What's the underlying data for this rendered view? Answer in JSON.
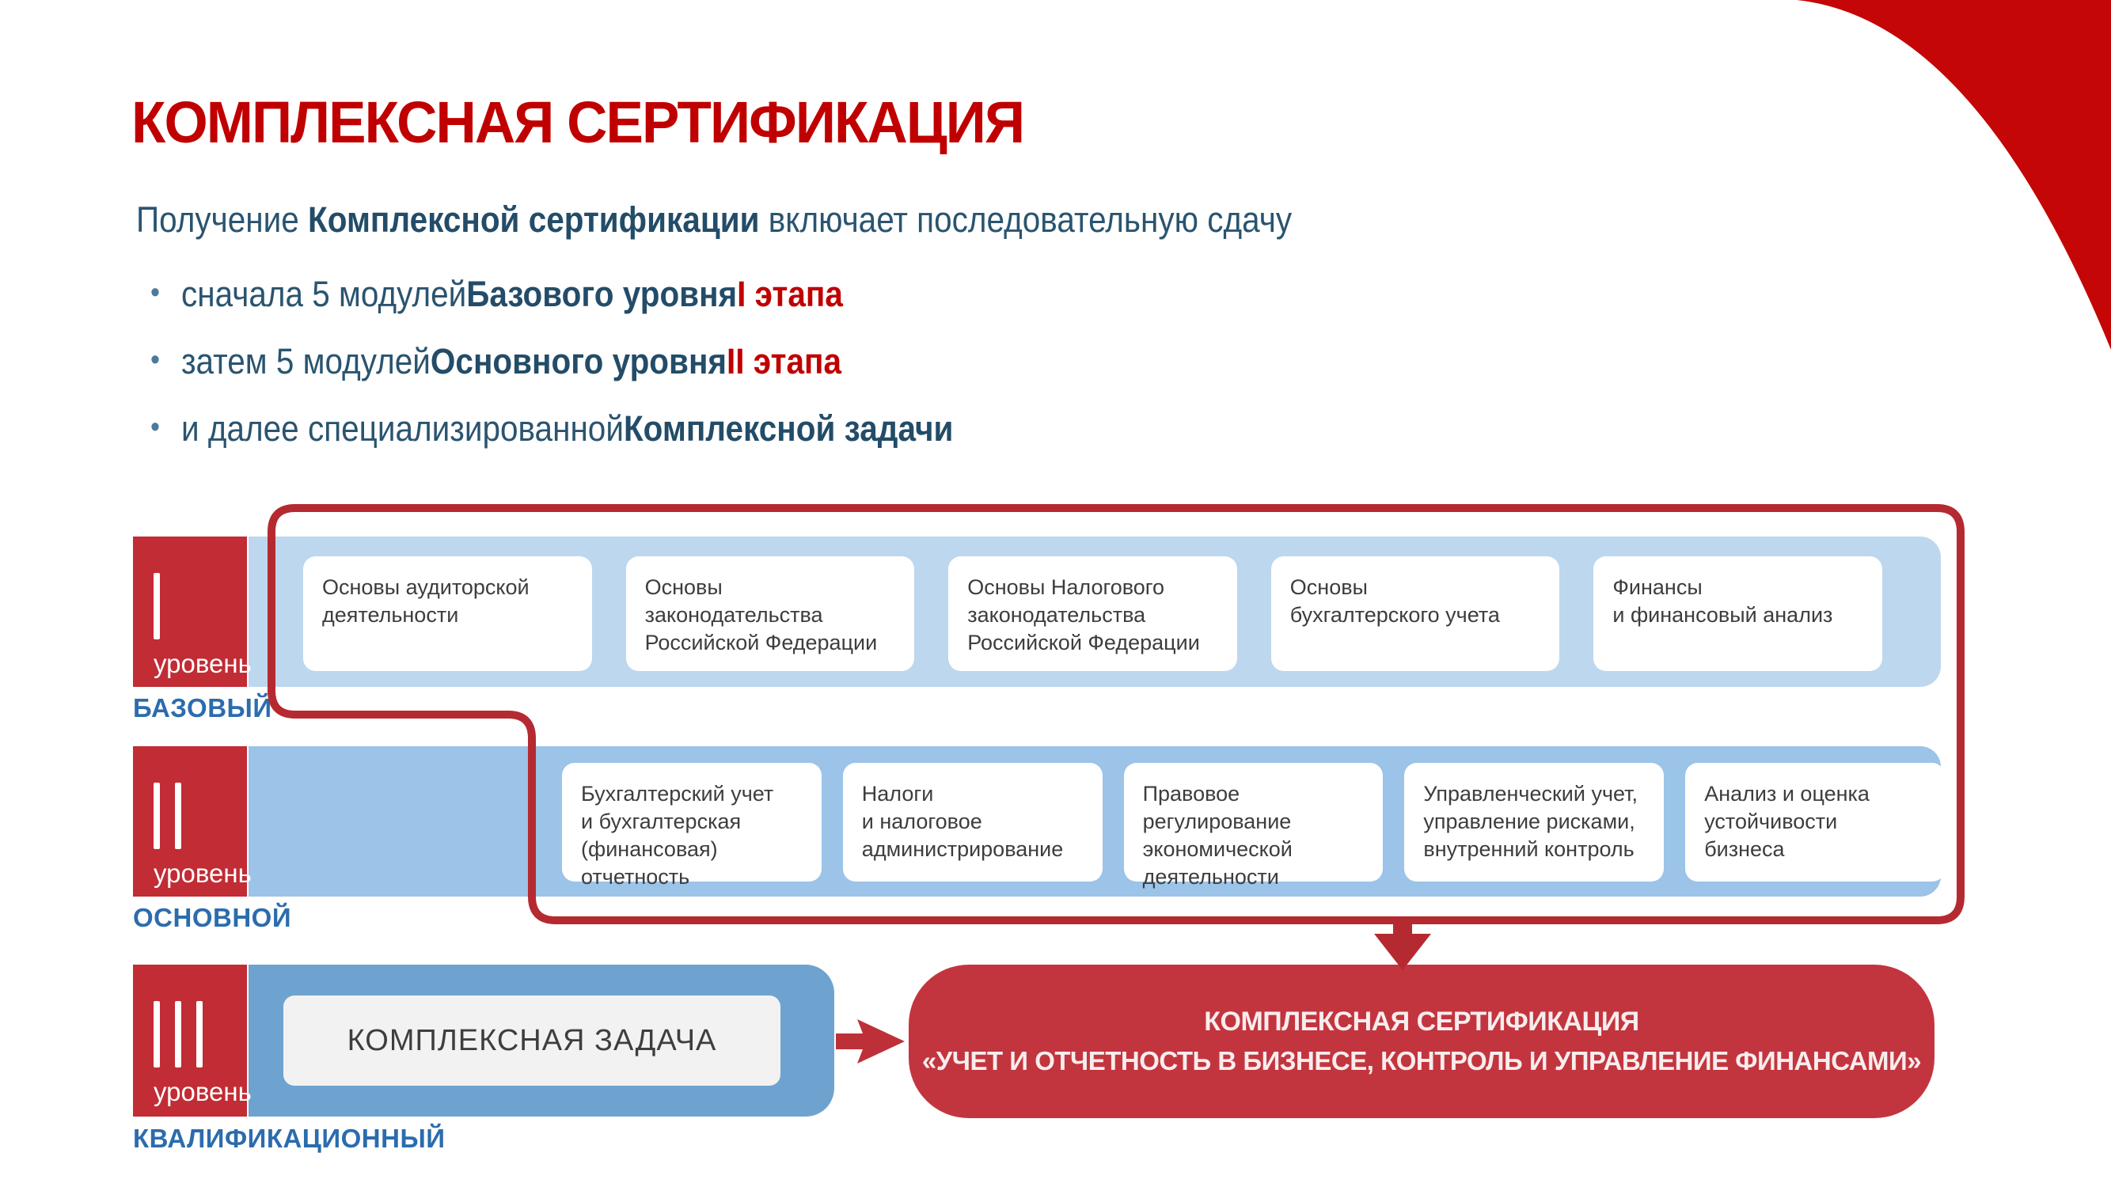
{
  "slide": {
    "title": "КОМПЛЕКСНАЯ СЕРТИФИКАЦИЯ",
    "intro": {
      "pre": "Получение ",
      "bold": "Комплексной сертификации",
      "post": " включает последовательную сдачу"
    },
    "bullet_glyph": "•",
    "bullets": [
      {
        "pre": "сначала 5 модулей ",
        "bold": "Базового уровня ",
        "stage": "I этапа"
      },
      {
        "pre": "затем 5 модулей ",
        "bold": "Основного уровня ",
        "stage": "II этапа"
      },
      {
        "pre": "и далее специализированной ",
        "bold": "Комплексной задачи",
        "stage": ""
      }
    ]
  },
  "diagram": {
    "levels": [
      {
        "numeral": "I",
        "level_word": "уровень",
        "tier_name": "БАЗОВЫЙ",
        "modules": [
          "Основы аудиторской\nдеятельности",
          "Основы\nзаконодательства\nРоссийской Федерации",
          "Основы Налогового\nзаконодательства\nРоссийской Федерации",
          "Основы\nбухгалтерского учета",
          "Финансы\nи финансовый анализ"
        ]
      },
      {
        "numeral": "II",
        "level_word": "уровень",
        "tier_name": "ОСНОВНОЙ",
        "modules": [
          "Бухгалтерский учет\nи бухгалтерская\n(финансовая)\nотчетность",
          "Налоги\nи налоговое\nадминистрирование",
          "Правовое\nрегулирование\nэкономической\nдеятельности",
          "Управленческий учет,\nуправление рисками,\nвнутренний контроль",
          "Анализ и оценка\nустойчивости\nбизнеса"
        ]
      },
      {
        "numeral": "III",
        "level_word": "уровень",
        "tier_name": "КВАЛИФИКАЦИОННЫЙ",
        "task_label": "КОМПЛЕКСНАЯ ЗАДАЧА"
      }
    ],
    "result": {
      "line1": "КОМПЛЕКСНАЯ СЕРТИФИКАЦИЯ",
      "line2": "«УЧЕТ И ОТЧЕТНОСТЬ В БИЗНЕСЕ, КОНТРОЛЬ И УПРАВЛЕНИЕ ФИНАНСАМИ»"
    }
  },
  "colors": {
    "title_red": "#C00000",
    "corner_red": "#C40606",
    "level_badge_red": "#C12C35",
    "outline_red": "#B52A31",
    "arrow_red": "#BE3038",
    "result_box_red": "#C3353E",
    "band_level1_blue": "#BDD7EE",
    "band_level2_blue": "#9CC3E8",
    "band_level3_blue": "#6FA3CF",
    "task_card_gray": "#F2F2F2",
    "tier_label_blue": "#2B6CAD",
    "body_text_blue": "#2A5470",
    "card_text_gray": "#3D3D3D"
  }
}
